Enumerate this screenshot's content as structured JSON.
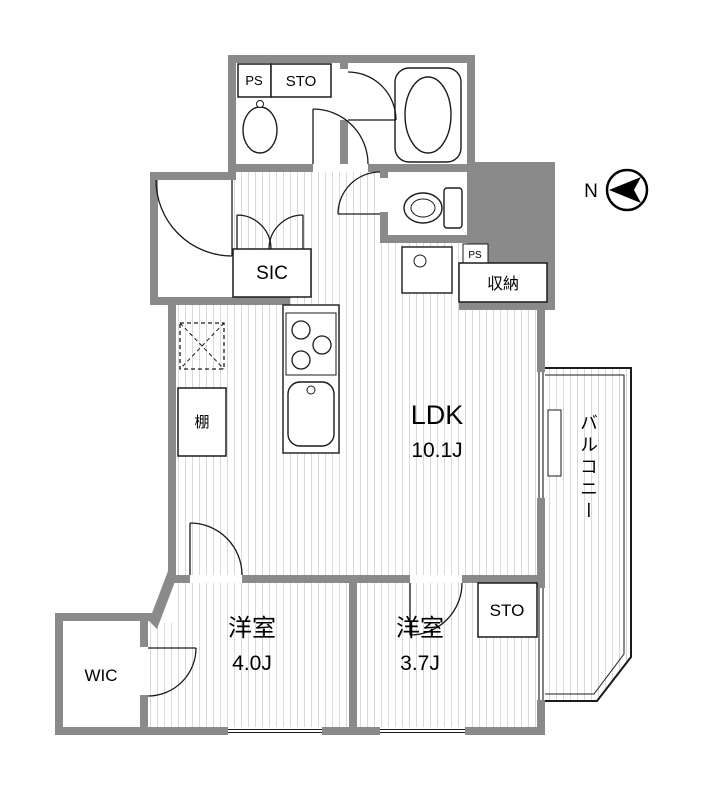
{
  "compass": {
    "north": "N"
  },
  "rooms": {
    "ldk": {
      "label": "LDK",
      "size": "10.1J"
    },
    "bedroom_4_0": {
      "label": "洋室",
      "size": "4.0J"
    },
    "bedroom_3_7": {
      "label": "洋室",
      "size": "3.7J"
    },
    "balcony": {
      "label": "バルコニー"
    },
    "wic": {
      "label": "WIC"
    },
    "sic": {
      "label": "SIC"
    },
    "storage_hall": {
      "label": "収納"
    },
    "storage_bedroom": {
      "label": "STO"
    },
    "storage_top": {
      "label": "STO"
    },
    "shelf": {
      "label": "棚"
    },
    "pipe_space_top": {
      "label": "PS"
    },
    "pipe_space_side": {
      "label": "PS"
    }
  },
  "colors": {
    "wall_fill": "#8a8a8a",
    "line": "#1b1b1b",
    "floor_stripe": "#d9d9d9",
    "background": "#ffffff"
  }
}
